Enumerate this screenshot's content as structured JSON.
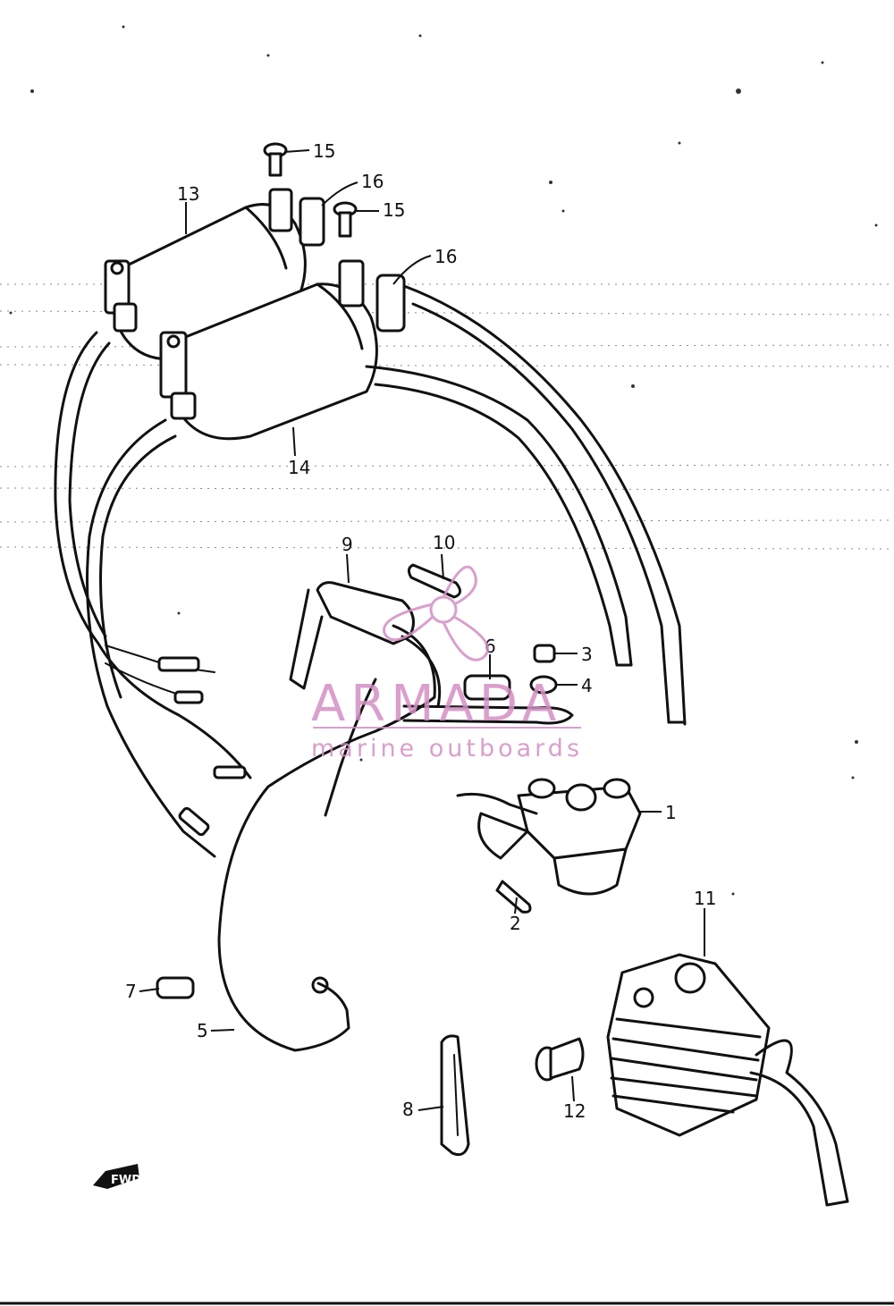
{
  "callouts": [
    "1",
    "2",
    "3",
    "4",
    "5",
    "6",
    "7",
    "8",
    "9",
    "10",
    "11",
    "12",
    "13",
    "14",
    "15",
    "15",
    "16",
    "16"
  ],
  "forward_marker": "FWD",
  "watermark": {
    "title": "ARMADA",
    "subtitle": "marine outboards",
    "color": "#d48fc4"
  }
}
